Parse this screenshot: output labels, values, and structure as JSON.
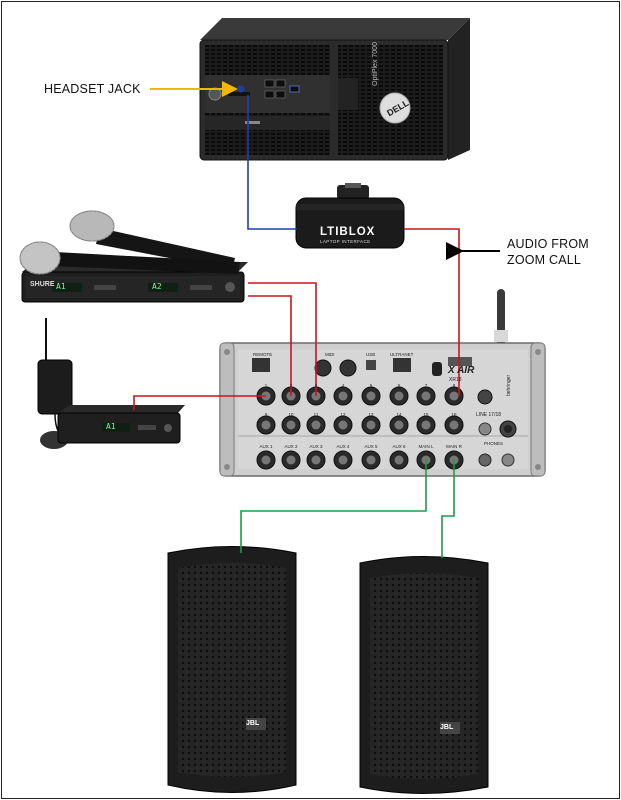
{
  "labels": {
    "headset_jack": "HEADSET JACK",
    "audio_from_line1": "AUDIO FROM",
    "audio_from_line2": "ZOOM CALL"
  },
  "devices": {
    "interface_name": "LTIBLOX",
    "interface_sub": "LAPTOP INTERFACE",
    "receiver_brand": "SHURE",
    "receiver_ch1": "A1",
    "receiver_ch2": "A2",
    "bodypack_ch": "A1",
    "mixer_brand": "behringer",
    "mixer_model": "X AIR",
    "mixer_sub": "XR18",
    "speaker_brand": "JBL",
    "pc_model": "OptiPlex 7000"
  },
  "mixer_panel": {
    "top_labels": [
      "REMOTE",
      "MIDI",
      "USB",
      "ULTRANET"
    ],
    "input_row1": [
      "1",
      "2",
      "3",
      "4",
      "5",
      "6",
      "7",
      "8"
    ],
    "input_row2": [
      "9",
      "10",
      "11",
      "12",
      "13",
      "14",
      "15",
      "16"
    ],
    "aux_row": [
      "AUX 1",
      "AUX 2",
      "AUX 3",
      "AUX 4",
      "AUX 5",
      "AUX 6",
      "MAIN L",
      "MAIN R"
    ],
    "line_label": "LINE 17/18",
    "phones_label": "PHONES"
  },
  "colors": {
    "signal_yellow": "#f2b705",
    "usb_blue": "#1f3fa8",
    "audio_red": "#c8141e",
    "speaker_green": "#1a9e45",
    "arrow_black": "#000000"
  }
}
